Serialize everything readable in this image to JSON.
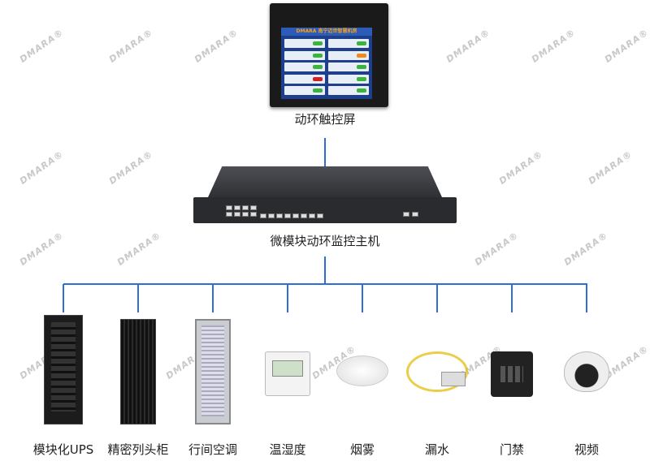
{
  "watermark": "DMARA®",
  "top_device": {
    "label": "动环触控屏",
    "screen_title": "DMARA 南宁迈世智慧机房"
  },
  "host": {
    "label": "微模块动环监控主机"
  },
  "colors": {
    "connector": "#2d6fd6"
  },
  "subsystems": [
    {
      "label": "模块化UPS"
    },
    {
      "label": "精密列头柜"
    },
    {
      "label": "行间空调"
    },
    {
      "label": "温湿度"
    },
    {
      "label": "烟雾"
    },
    {
      "label": "漏水"
    },
    {
      "label": "门禁"
    },
    {
      "label": "视频"
    }
  ]
}
